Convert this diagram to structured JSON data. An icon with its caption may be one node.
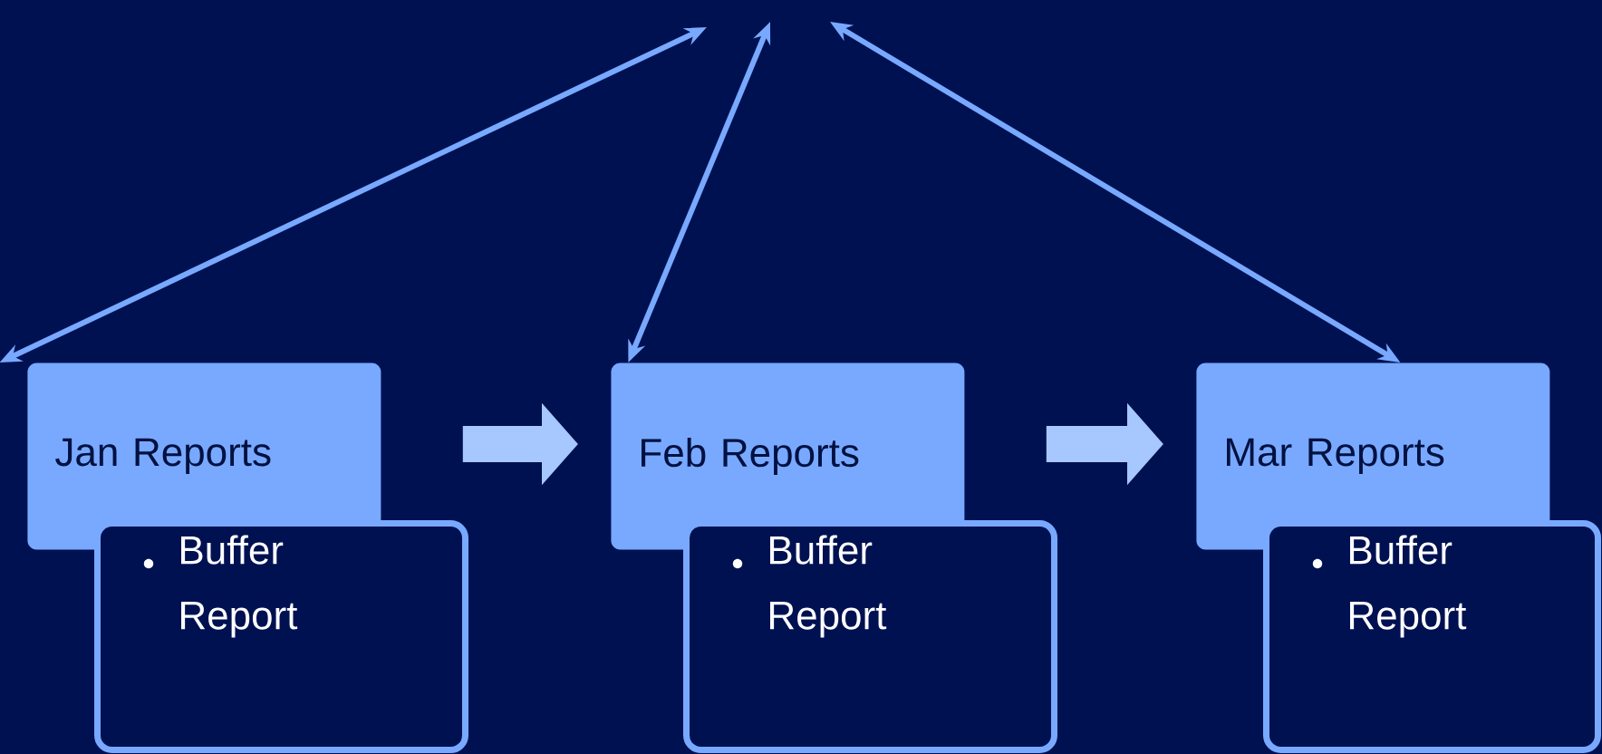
{
  "diagram": {
    "nodes": [
      {
        "text": [
          "Jan Reports"
        ]
      },
      {
        "text": [
          "Buffer Report"
        ]
      },
      {
        "text": [
          "Feb Reports"
        ]
      },
      {
        "text": [
          "Buffer Report"
        ]
      },
      {
        "text": [
          "Mar Reports"
        ]
      },
      {
        "text": [
          "Buffer Report"
        ]
      }
    ],
    "edges": [
      {
        "from": null,
        "to": 0,
        "arrow": "both"
      },
      {
        "from": null,
        "to": 2,
        "arrow": "both"
      },
      {
        "from": null,
        "to": 4,
        "arrow": "both"
      },
      {
        "from": 0,
        "to": 2,
        "arrow": "to",
        "style": "thick",
        "color": "#a6c8ff"
      },
      {
        "from": 2,
        "to": 4,
        "arrow": "to",
        "style": "thick",
        "color": "#a6c8ff"
      }
    ]
  }
}
